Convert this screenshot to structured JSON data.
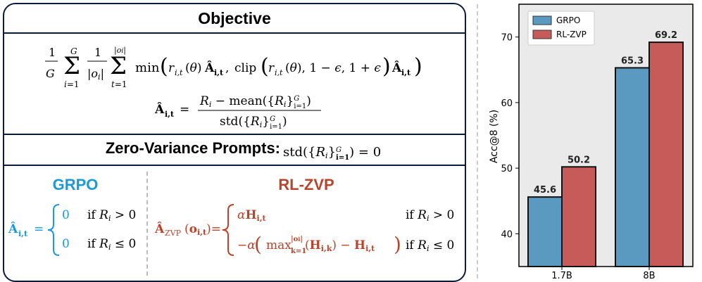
{
  "objective": {
    "title": "Objective",
    "formula_main": "1/G Σ_{i=1}^{G} 1/|o_i| Σ_{t=1}^{|o_i|} min( r_{i,t}(θ) Â_{i,t}, clip( r_{i,t}(θ), 1 − ε, 1 + ε ) Â_{i,t} )",
    "formula_adv": "Â_{i,t} = ( R_i − mean({R_i}_{i=1}^G) ) / std({R_i}_{i=1}^G)"
  },
  "zero_variance": {
    "title": "Zero-Variance Prompts:",
    "condition": "std({R_i}_{i=1}^G) = 0"
  },
  "grpo": {
    "title": "GRPO",
    "case1_val": "0",
    "case1_cond": "if R_i > 0",
    "case2_val": "0",
    "case2_cond": "if R_i ≤ 0"
  },
  "rlzvp": {
    "title": "RL-ZVP",
    "case1_val": "αH_{i,t}",
    "case1_cond": "if R_i > 0",
    "case2_val": "−α( max_{k=1}^{|o_i|}(H_{i,k}) − H_{i,t} )",
    "case2_cond": "if R_i ≤ 0"
  },
  "colors": {
    "grpo": "#1a9ad6",
    "rlzvp": "#b8442c",
    "bar_grpo": "#5b9ac0",
    "bar_rlzvp": "#c65b59",
    "border": "#0b1b3a"
  },
  "chart_data": {
    "type": "bar",
    "categories": [
      "1.7B",
      "8B"
    ],
    "series": [
      {
        "name": "GRPO",
        "values": [
          45.6,
          65.3
        ]
      },
      {
        "name": "RL-ZVP",
        "values": [
          50.2,
          69.2
        ]
      }
    ],
    "value_labels": [
      [
        "45.6",
        "65.3"
      ],
      [
        "50.2",
        "69.2"
      ]
    ],
    "ylabel": "Acc@8 (%)",
    "ylim": [
      35,
      75
    ],
    "yticks": [
      40,
      50,
      60,
      70
    ],
    "legend_position": "top-left",
    "grid": false
  }
}
